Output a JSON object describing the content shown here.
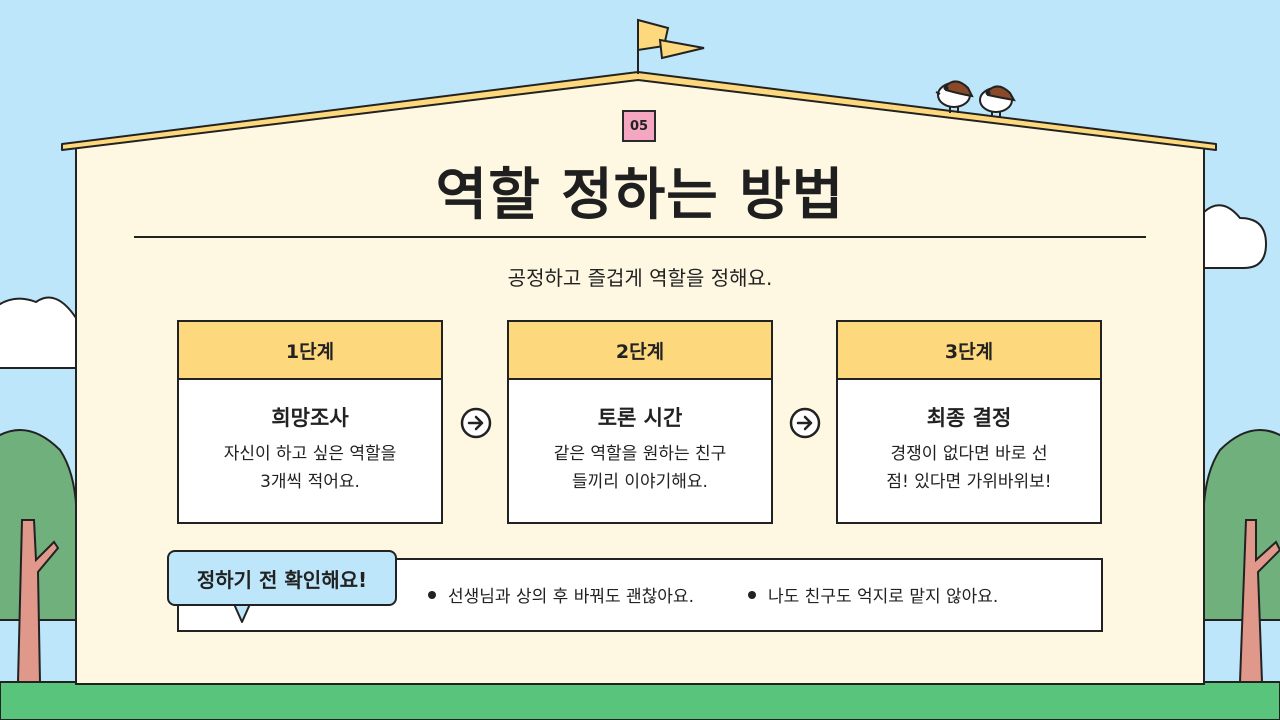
{
  "slide": {
    "number": "05",
    "title": "역할 정하는 방법",
    "subtitle": "공정하고 즐겁게 역할을 정해요."
  },
  "steps": [
    {
      "label": "1단계",
      "title": "희망조사",
      "text": "자신이 하고 싶은 역할을\n3개씩 적어요."
    },
    {
      "label": "2단계",
      "title": "토론 시간",
      "text": "같은 역할을 원하는 친구\n들끼리 이야기해요."
    },
    {
      "label": "3단계",
      "title": "최종 결정",
      "text": "경쟁이 없다면 바로 선\n점! 있다면 가위바위보!"
    }
  ],
  "check": {
    "bubble": "정하기 전 확인해요!",
    "items": [
      "선생님과 상의 후 바꿔도 괜찮아요.",
      "나도 친구도 억지로 맡지 않아요."
    ]
  },
  "colors": {
    "sky": "#bde6fb",
    "wall": "#fef8e3",
    "roof_trim": "#fdd87c",
    "card_header": "#fdd87c",
    "badge": "#f5a6c0",
    "grass": "#58c47c",
    "tree": "#6fb07c",
    "trunk": "#e0988a"
  },
  "icons": [
    "flag-icon",
    "bird-icon",
    "cloud-icon",
    "tree-icon",
    "arrow-right-circle-icon"
  ]
}
